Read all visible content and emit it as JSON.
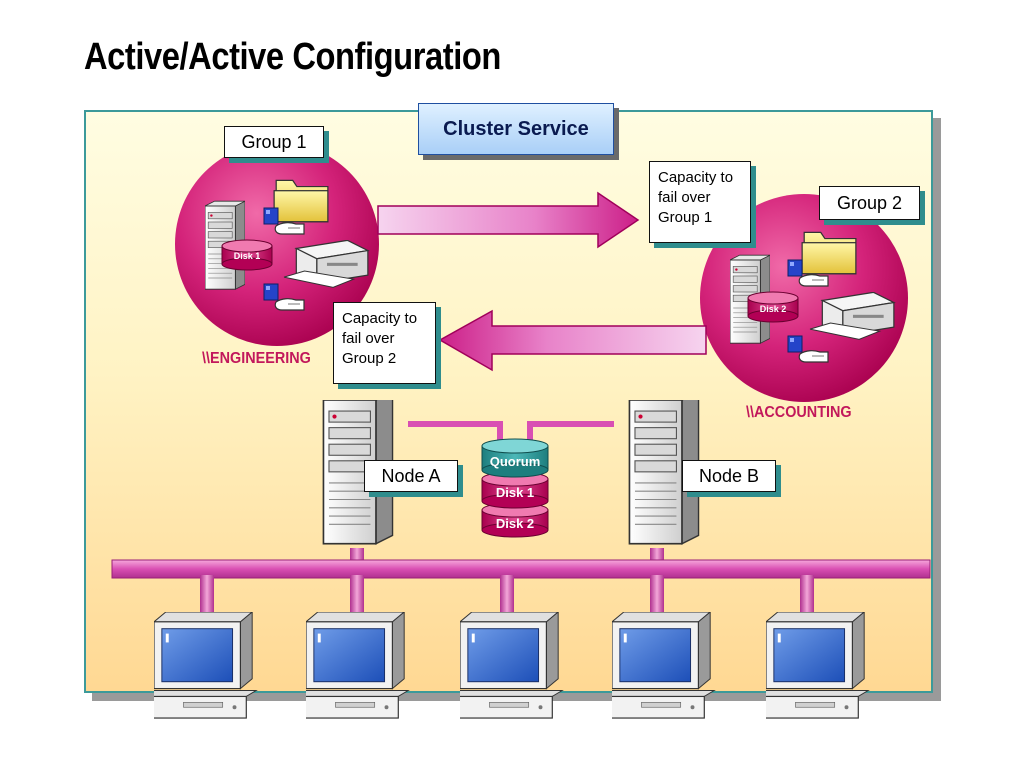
{
  "title": "Active/Active Configuration",
  "cluster_service": "Cluster Service",
  "group1": {
    "label": "Group 1",
    "share": "\\\\ENGINEERING",
    "disk": "Disk 1"
  },
  "group2": {
    "label": "Group 2",
    "share": "\\\\ACCOUNTING",
    "disk": "Disk 2"
  },
  "capacity_to_g1": {
    "line1": "Capacity to",
    "line2": "fail over",
    "line3": "Group 1"
  },
  "capacity_to_g2": {
    "line1": "Capacity to",
    "line2": "fail over",
    "line3": "Group 2"
  },
  "node_a": "Node A",
  "node_b": "Node B",
  "storage": {
    "quorum": "Quorum",
    "disk1": "Disk 1",
    "disk2": "Disk 2"
  },
  "colors": {
    "accent": "#e3007d",
    "circle": "#cc0066",
    "bus": "#d94fb3",
    "panel_border": "#3c9a9a",
    "label_shadow": "#2f8d8d"
  },
  "icons": [
    "server-icon",
    "folder-icon",
    "printer-icon",
    "disk-icon",
    "client-computer-icon"
  ]
}
